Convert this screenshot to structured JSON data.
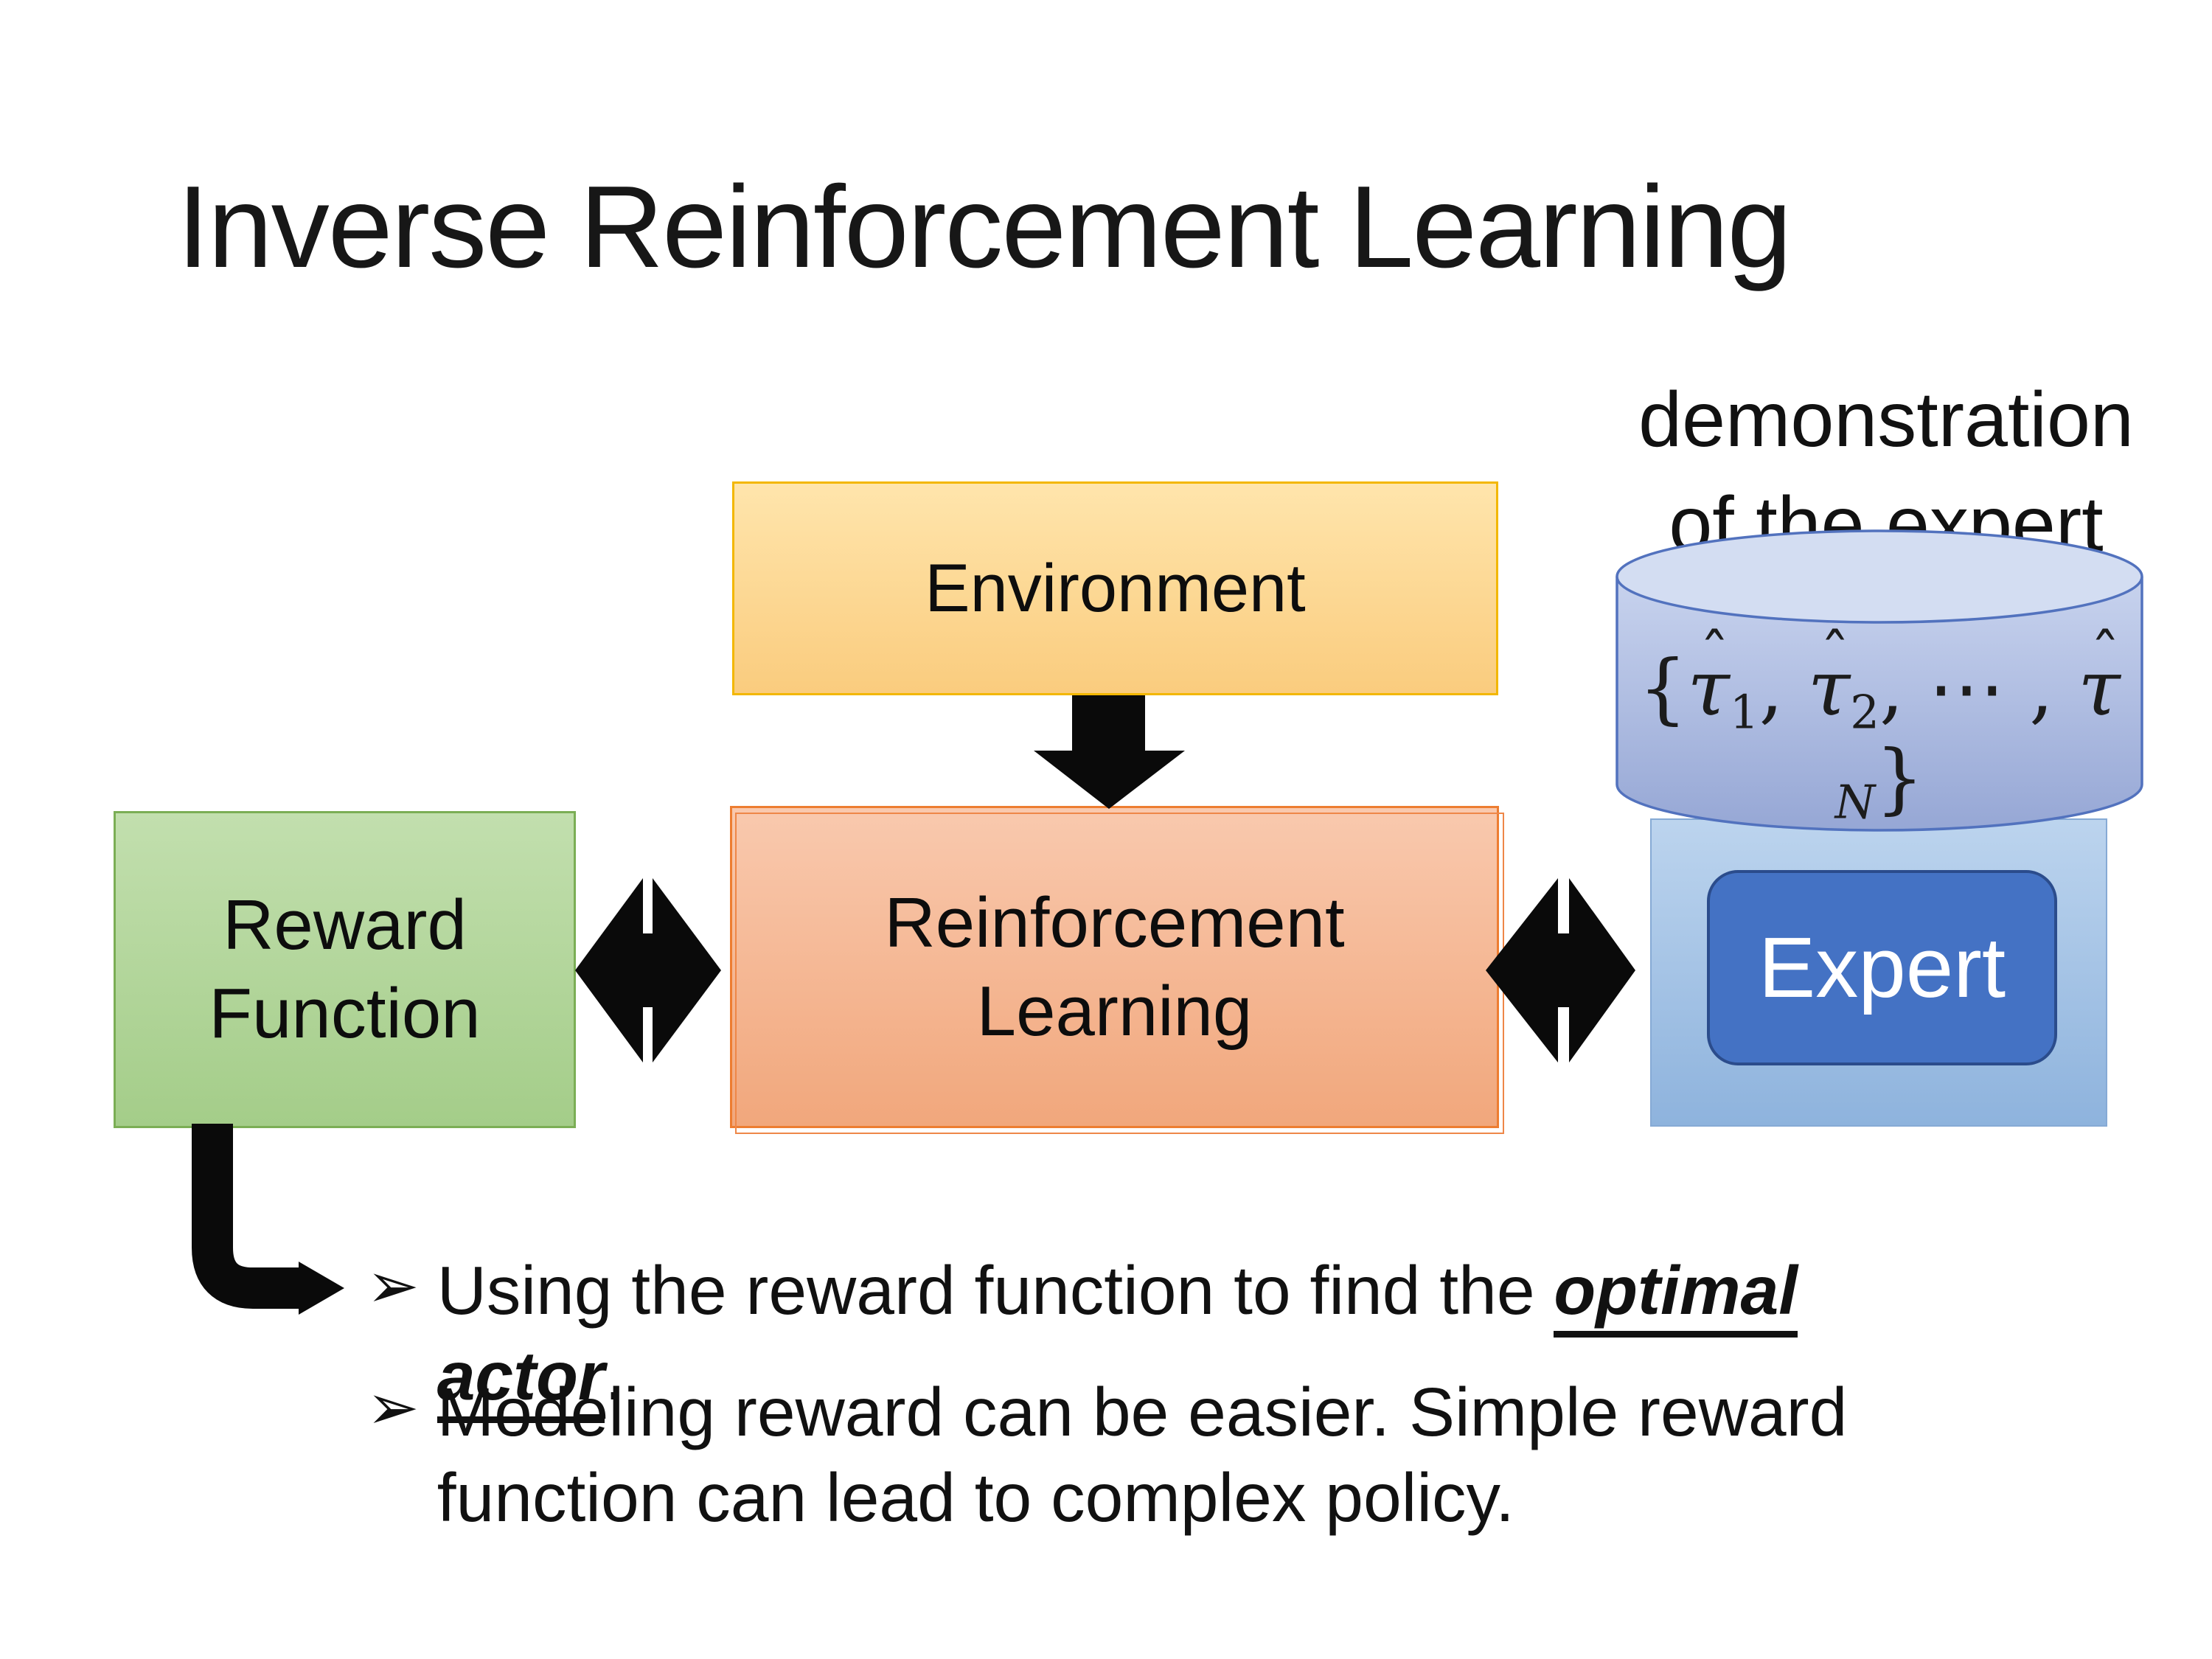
{
  "title": "Inverse Reinforcement Learning",
  "labels": {
    "demonstration_line1": "demonstration",
    "demonstration_line2": "of the expert"
  },
  "boxes": {
    "environment": "Environment",
    "reward_lines": [
      "Reward",
      "Function"
    ],
    "rl_lines": [
      "Reinforcement",
      "Learning"
    ],
    "expert": "Expert"
  },
  "formula": {
    "segments": [
      {
        "text": "{"
      },
      {
        "text": "τ",
        "hat": true
      },
      {
        "text": "1",
        "sub": true
      },
      {
        "text": ", "
      },
      {
        "text": "τ",
        "hat": true
      },
      {
        "text": "2",
        "sub": true
      },
      {
        "text": ", ⋯ , "
      },
      {
        "text": "τ",
        "hat": true
      },
      {
        "text": "N",
        "sub": true,
        "italic": true
      },
      {
        "text": "}"
      }
    ]
  },
  "bullets": [
    {
      "marker": "➢",
      "segments": [
        {
          "text": "Using the reward function to find the "
        },
        {
          "text": "optimal actor",
          "style": "emph"
        },
        {
          "text": "."
        }
      ]
    },
    {
      "marker": "➢",
      "segments": [
        {
          "text": "Modeling reward can be easier. Simple reward"
        },
        {
          "br": true
        },
        {
          "text": "function can lead to complex policy."
        }
      ]
    }
  ],
  "colors": {
    "environment_fill_top": "#FFE5AC",
    "environment_fill_bottom": "#FACC7E",
    "environment_border": "#F3B700",
    "rl_fill_top": "#F9C9AE",
    "rl_fill_bottom": "#F1A77C",
    "rl_border": "#ED7D31",
    "reward_fill_top": "#C2DFAE",
    "reward_fill_bottom": "#A4CD89",
    "reward_border": "#7BAE55",
    "expert_container_fill_top": "#BCD4EE",
    "expert_container_fill_bottom": "#8EB3DD",
    "cylinder_fill_top": "#C8D3EE",
    "cylinder_fill_bottom": "#96A7D5",
    "cylinder_top_ellipse": "#D3DDF2",
    "cylinder_border": "#5272BE",
    "expert_fill": "#4472C4",
    "expert_border": "#2B4C8C",
    "arrow_color": "#0a0a0a",
    "text_color": "#111111"
  }
}
